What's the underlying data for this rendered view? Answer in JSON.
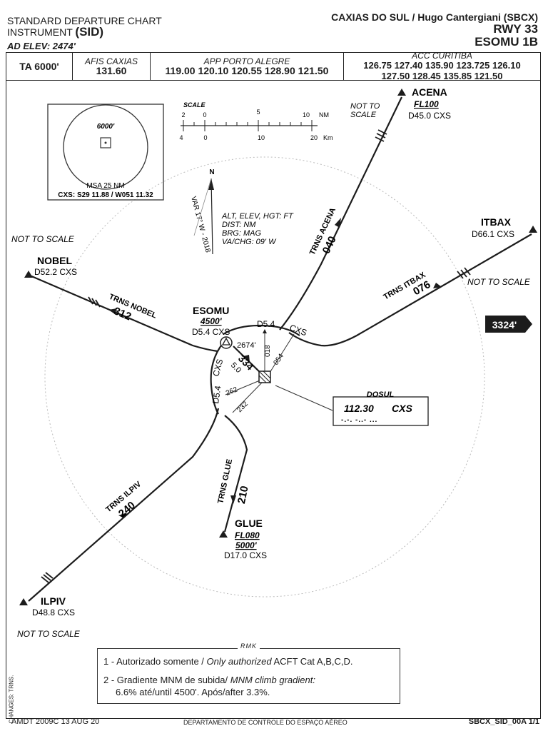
{
  "header": {
    "line1": "STANDARD DEPARTURE CHART",
    "line2_prefix": "INSTRUMENT",
    "line2_sid": "(SID)",
    "ad_elev": "AD ELEV: 2474'",
    "airport": "CAXIAS DO SUL / Hugo Cantergiani (SBCX)",
    "runway": "RWY 33",
    "procedure": "ESOMU 1B"
  },
  "frequencies": {
    "ta": "TA 6000'",
    "afis_label": "AFIS CAXIAS",
    "afis_value": "131.60",
    "app_label": "APP PORTO ALEGRE",
    "app_value": "119.00 120.10 120.55 128.90 121.50",
    "acc_label": "ACC CURITIBA",
    "acc_line1": "126.75 127.40 135.90 123.725 126.10",
    "acc_line2": "127.50 128.45 135.85 121.50"
  },
  "msa": {
    "altitude": "6000'",
    "label": "MSA 25 NM",
    "coords": "CXS: S29 11.88 / W051 11.32"
  },
  "scale": {
    "title": "SCALE",
    "nm_ticks": [
      "2",
      "0",
      "5",
      "10"
    ],
    "nm_unit": "NM",
    "km_ticks": [
      "4",
      "0",
      "10",
      "20"
    ],
    "km_unit": "Km"
  },
  "north": {
    "label": "N",
    "variation": "VAR 17° W - 2018"
  },
  "legend": [
    "ALT, ELEV, HGT: FT",
    "DIST: NM",
    "BRG: MAG",
    "VA/CHG: 09' W"
  ],
  "not_to_scale": "NOT TO SCALE",
  "waypoints": {
    "acena": {
      "name": "ACENA",
      "fl": "FL100",
      "dist": "D45.0 CXS"
    },
    "itbax": {
      "name": "ITBAX",
      "dist": "D66.1 CXS"
    },
    "nobel": {
      "name": "NOBEL",
      "dist": "D52.2 CXS"
    },
    "esomu": {
      "name": "ESOMU",
      "alt": "4500'",
      "dist": "D5.4 CXS"
    },
    "glue": {
      "name": "GLUE",
      "fl": "FL080",
      "alt": "5000'",
      "dist": "D17.0 CXS"
    },
    "ilpiv": {
      "name": "ILPIV",
      "dist": "D48.8 CXS"
    }
  },
  "transitions": {
    "acena": {
      "name": "TRNS ACENA",
      "course": "040"
    },
    "itbax": {
      "name": "TRNS ITBAX",
      "course": "076"
    },
    "nobel": {
      "name": "TRNS NOBEL",
      "course": "312"
    },
    "glue": {
      "name": "TRNS GLUE",
      "course": "210"
    },
    "ilpiv": {
      "name": "TRNS ILPIV",
      "course": "240"
    }
  },
  "arc": {
    "dme_top": "D5.4",
    "dme_left": "D5.4",
    "cxs_top": "CXS",
    "cxs_left": "CXS"
  },
  "radials": {
    "r018": "018",
    "r054": "054",
    "r262": "262",
    "r232": "232"
  },
  "runway_departure": {
    "course": "334",
    "dist": "5.0"
  },
  "obstacle": {
    "peak_left": "2674'",
    "peak_right": "3324'"
  },
  "navaid": {
    "name": "DOSUL",
    "freq": "112.30",
    "ident": "CXS",
    "morse": "-.-.  -..-  ..."
  },
  "remarks": {
    "title": "RMK",
    "r1_prefix": "1 - Autorizado somente / ",
    "r1_italic": "Only authorized",
    "r1_suffix": " ACFT Cat A,B,C,D.",
    "r2_prefix": "2 - Gradiente MNM de subida/ ",
    "r2_italic": "MNM climb gradient:",
    "r2_line2": "6.6% até/until 4500'. Após/after 3.3%."
  },
  "footer": {
    "amdt": "AMDT 2009C 13 AUG 20",
    "dept": "DEPARTAMENTO DE CONTROLE DO ESPAÇO AÉREO",
    "code": "SBCX_SID_00A 1/1",
    "side": "CHANGES: TRNS."
  }
}
